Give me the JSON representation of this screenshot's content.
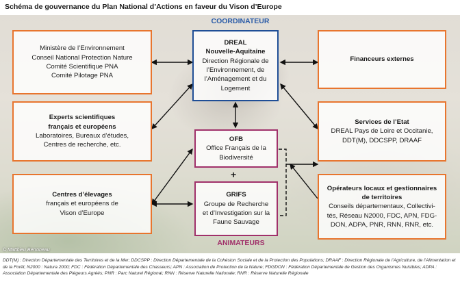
{
  "title": "Schéma de gouvernance du Plan National d’Actions en faveur du Vison d’Europe",
  "coordinator_heading": "COORDINATEUR",
  "animators_heading": "ANIMATEURS",
  "photo_credit": "© Matthieu Berroneau",
  "plus_sign": "+",
  "boxes": {
    "ministere": [
      "Ministère de l’Environnement",
      "Conseil National Protection Nature",
      "Comité Scientifique PNA",
      "Comité Pilotage PNA"
    ],
    "experts": {
      "heading": [
        "Experts scientifiques",
        "français et européens"
      ],
      "lines": [
        "Laboratoires, Bureaux d’études,",
        "Centres de recherche, etc."
      ]
    },
    "elevages": {
      "heading": "Centres d’élevages",
      "lines": [
        "français et européens de",
        "Vison d’Europe"
      ]
    },
    "dreal": {
      "heading": [
        "DREAL",
        "Nouvelle-Aquitaine"
      ],
      "lines": [
        "Direction Régionale de",
        "l’Environnement, de",
        "l’Aménagement et du",
        "Logement"
      ]
    },
    "ofb": {
      "heading": "OFB",
      "lines": [
        "Office Français de la",
        "Biodiversité"
      ]
    },
    "grifs": {
      "heading": "GRIFS",
      "lines": [
        "Groupe de Recherche",
        "et d’Investigation sur la",
        "Faune Sauvage"
      ]
    },
    "financeurs": "Financeurs externes",
    "services": {
      "heading": "Services de l’Etat",
      "lines": [
        "DREAL Pays de Loire et Occitanie,",
        "DDT(M),  DDCSPP,  DRAAF"
      ]
    },
    "operateurs": {
      "heading": [
        "Opérateurs locaux et gestionnaires",
        "de territoires"
      ],
      "lines": [
        "Conseils départementaux, Collectivi-",
        "tés, Réseau N2000, FDC, APN, FDG-",
        "DON, ADPA, PNR, RNN, RNR, etc."
      ]
    }
  },
  "footnote": "DDT(M) : Direction Départementale des Territoires et de la Mer; DDCSPP : Direction Départementale de la Cohésion Sociale et de la Protection des Populations; DRAAF : Direction Régionale de l’Agriculture, de l’Alimentation et de la Forêt; N2000 : Natura 2000; FDC : Fédération Départementale des Chasseurs; APN : Association de Protection de la Nature; FDGDON : Fédération Départementale de Gestion des Organismes Nuisibles; ADPA : Association Départementale des Piégeurs Agréés; PNR : Parc Naturel Régional; RNN : Réserve Naturelle Nationale; RNR : Réserve Naturelle Régionale",
  "colors": {
    "coordinator_border": "#1f4e96",
    "animator_border": "#a0306a",
    "partner_border": "#e8752e",
    "coordinator_text": "#2b5ca8",
    "animator_text": "#a0306a"
  }
}
